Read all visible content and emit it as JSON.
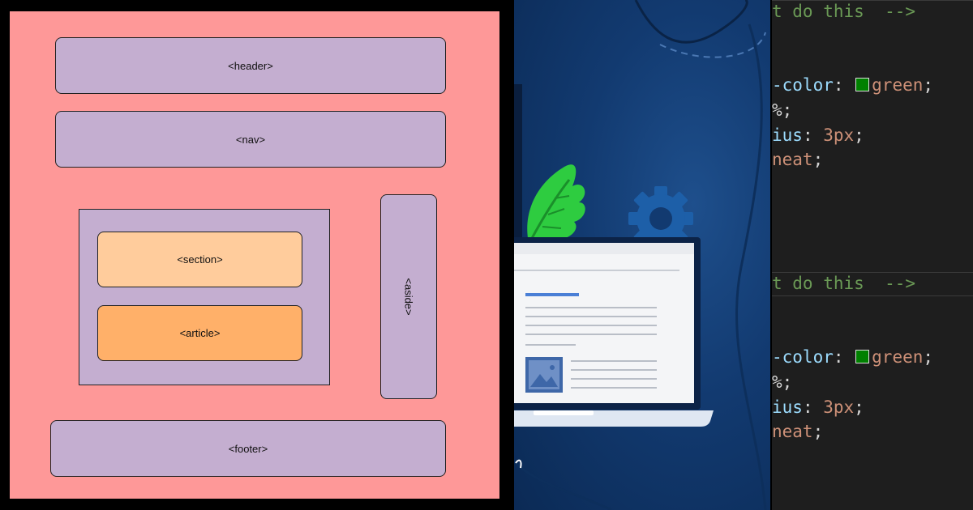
{
  "diagram": {
    "colors": {
      "canvas": "#fe9898",
      "box": "#c4aed0",
      "section": "#ffcc9c",
      "article": "#ffb069"
    },
    "header_label": "<header>",
    "nav_label": "<nav>",
    "section_label": "<section>",
    "article_label": "<article>",
    "aside_label": "<aside>",
    "footer_label": "<footer>"
  },
  "illustration": {
    "icons": [
      "leaf-icon",
      "gear-icon",
      "laptop-icon",
      "image-placeholder-icon"
    ],
    "colors": {
      "background": "#123a70",
      "leaf": "#2ecc40",
      "gear": "#1d5fa8"
    }
  },
  "code": {
    "blocks": [
      {
        "comment": "t do this  -->",
        "lines": [
          {
            "prop": "-color",
            "punct": ": ",
            "swatch_color": "#008000",
            "value": "green",
            "end": ";"
          },
          {
            "prop": "",
            "punct": "%;",
            "value": "",
            "end": ""
          },
          {
            "prop": "ius",
            "punct": ": ",
            "value": "3px",
            "end": ";"
          },
          {
            "prop": "",
            "punct": "",
            "value": "neat",
            "end": ";"
          }
        ]
      },
      {
        "comment": "t do this  -->",
        "lines": [
          {
            "prop": "-color",
            "punct": ": ",
            "swatch_color": "#008000",
            "value": "green",
            "end": ";"
          },
          {
            "prop": "",
            "punct": "%;",
            "value": "",
            "end": ""
          },
          {
            "prop": "ius",
            "punct": ": ",
            "value": "3px",
            "end": ";"
          },
          {
            "prop": "",
            "punct": "",
            "value": "neat",
            "end": ";"
          }
        ]
      }
    ]
  }
}
